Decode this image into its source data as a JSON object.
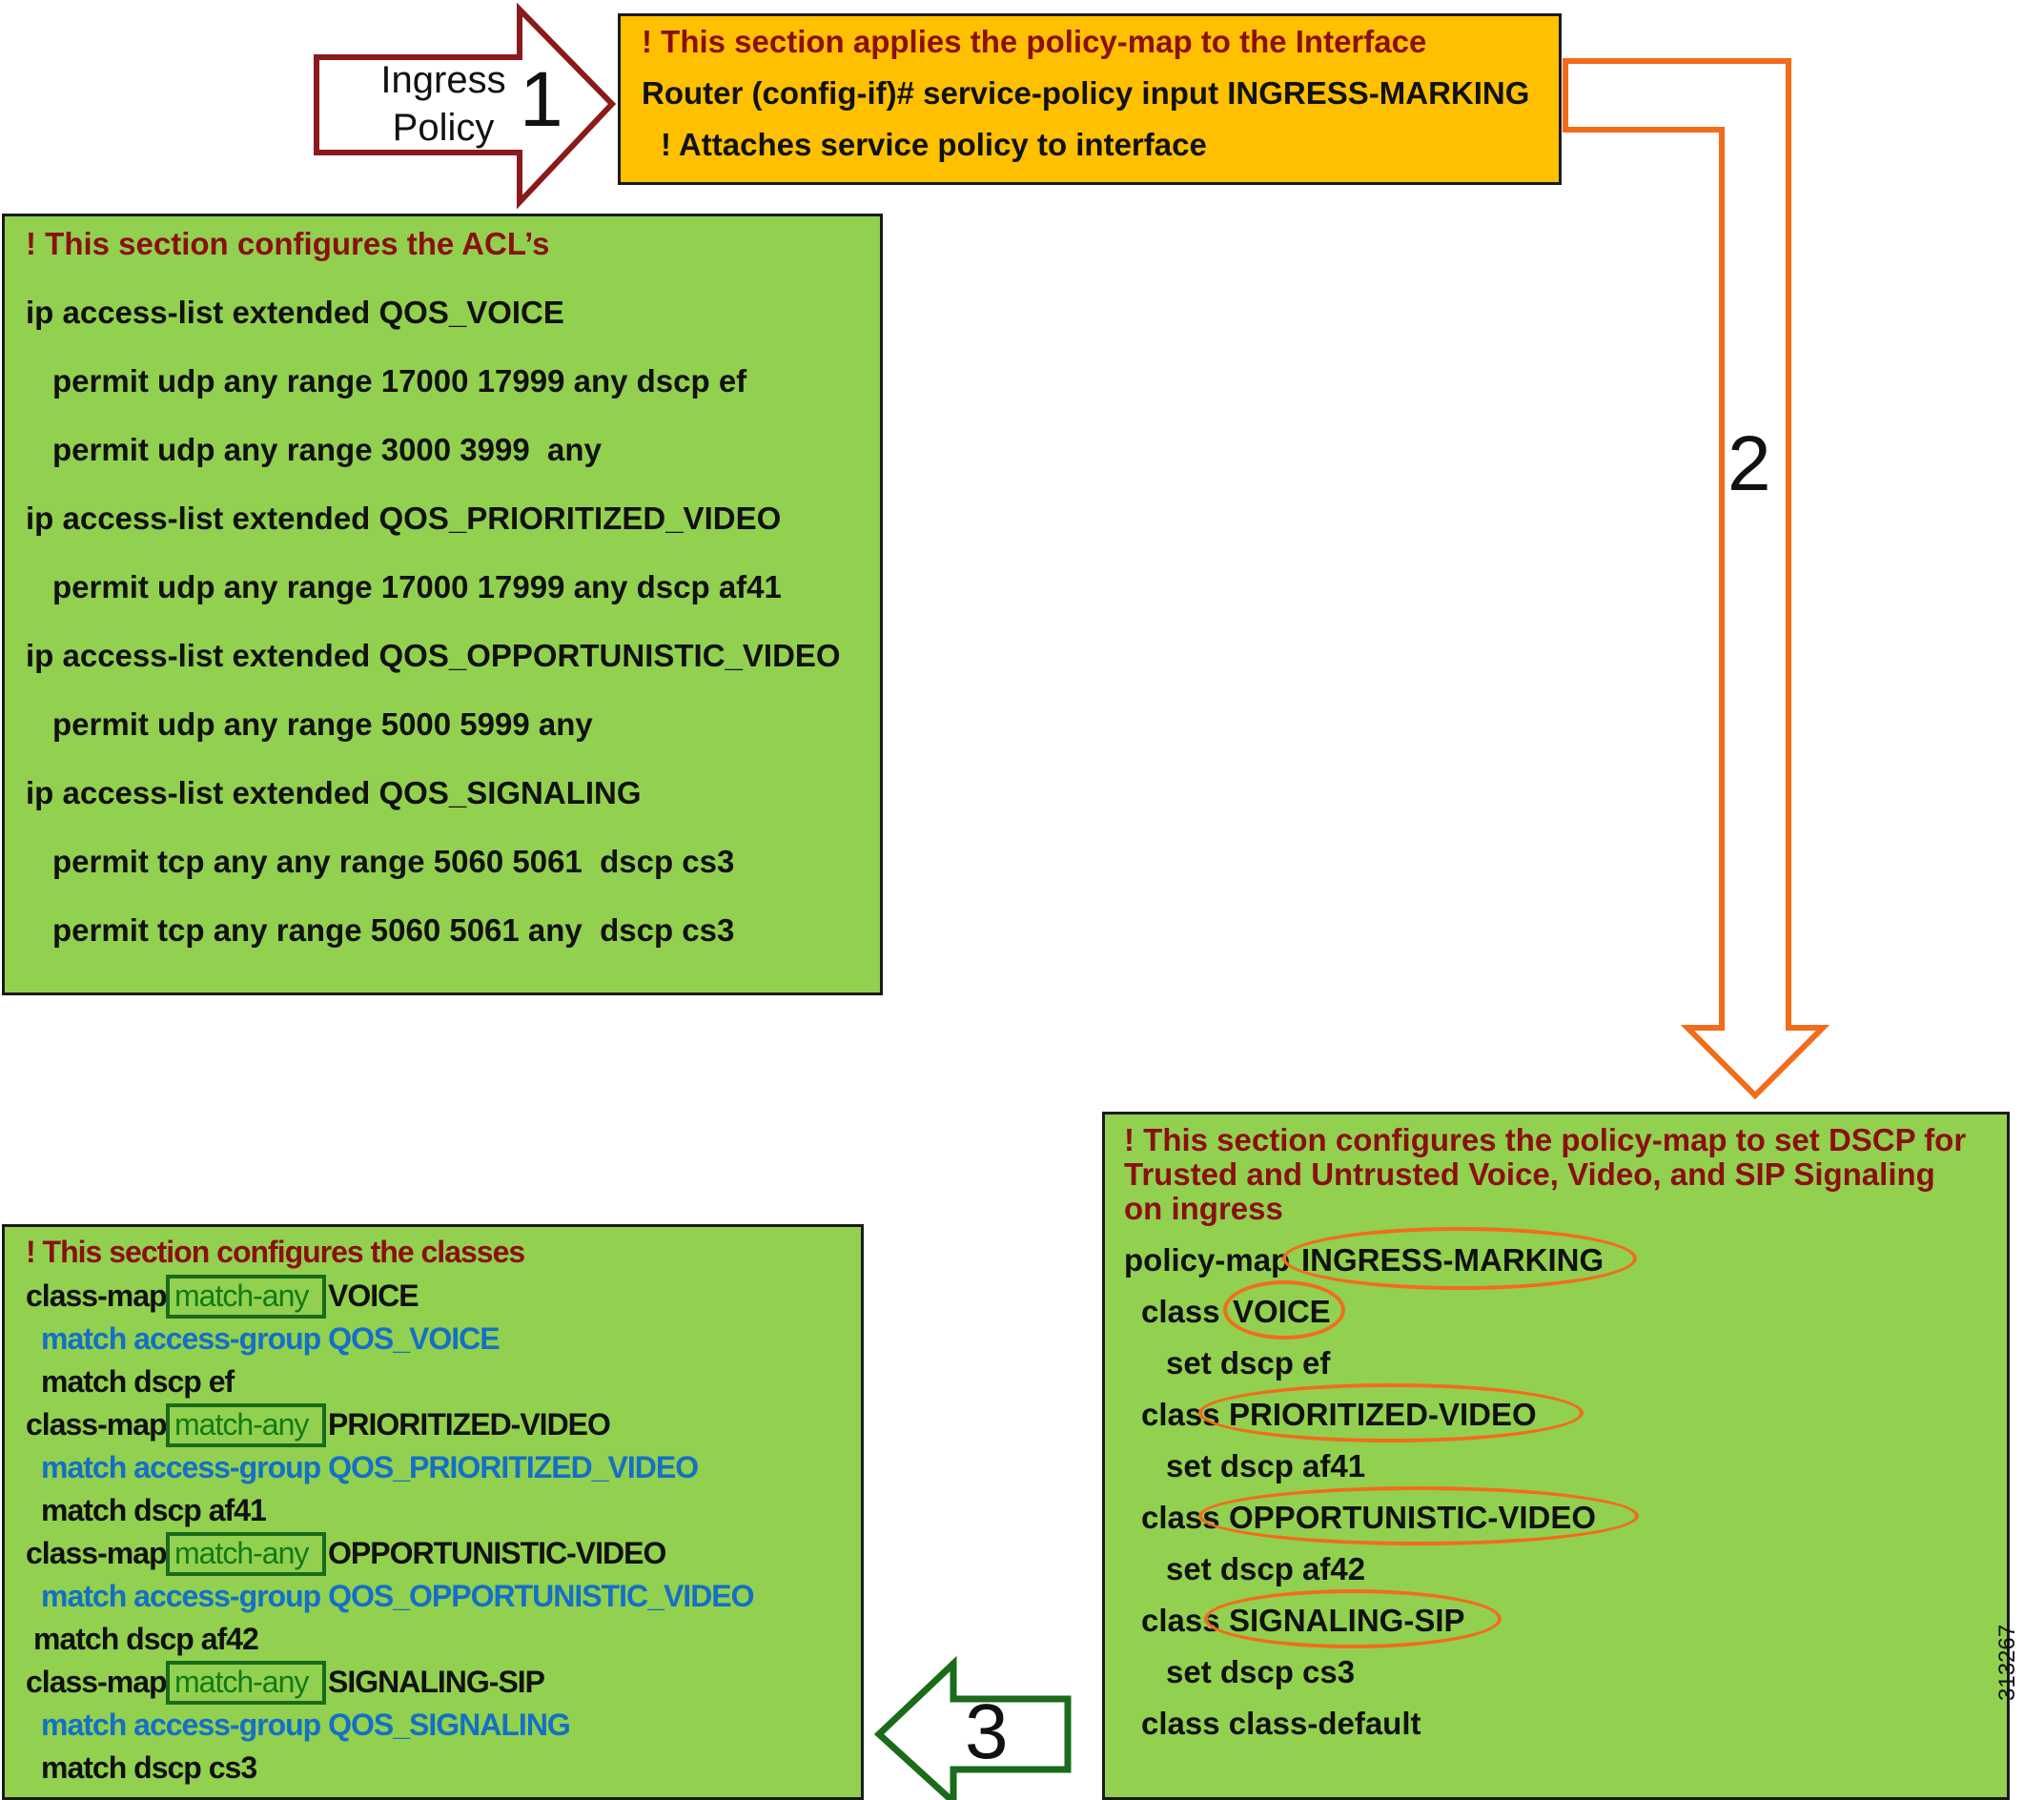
{
  "arrow1": {
    "label_line1": "Ingress",
    "label_line2": "Policy",
    "number": "1"
  },
  "arrow2": {
    "number": "2"
  },
  "arrow3": {
    "number": "3"
  },
  "interface_box": {
    "comment": "! This section applies the policy-map to the Interface",
    "command": "Router (config-if)# service-policy input INGRESS-MARKING",
    "note": "! Attaches service policy to interface",
    "color": "#ffc000"
  },
  "acl_box": {
    "comment": "! This section configures the ACL’s",
    "lines": [
      "ip access-list extended QOS_VOICE",
      "permit udp any range 17000 17999 any dscp ef",
      "permit udp any range 3000 3999  any",
      "ip access-list extended QOS_PRIORITIZED_VIDEO",
      "permit udp any range 17000 17999 any dscp af41",
      "ip access-list extended QOS_OPPORTUNISTIC_VIDEO",
      "permit udp any range 5000 5999 any",
      "ip access-list extended QOS_SIGNALING",
      "permit tcp any any range 5060 5061  dscp cs3",
      "permit tcp any range 5060 5061 any  dscp cs3"
    ],
    "color": "#92d050"
  },
  "classes_box": {
    "comment": "! This section configures the classes",
    "classes": [
      {
        "prefix": "class-map",
        "match": "match-any",
        "name": "VOICE",
        "access_group": "match access-group QOS_VOICE",
        "dscp": "match dscp ef"
      },
      {
        "prefix": "class-map",
        "match": "match-any",
        "name": "PRIORITIZED-VIDEO",
        "access_group": "match access-group QOS_PRIORITIZED_VIDEO",
        "dscp": "match dscp af41"
      },
      {
        "prefix": "class-map",
        "match": "match-any",
        "name": "OPPORTUNISTIC-VIDEO",
        "access_group": "match access-group QOS_OPPORTUNISTIC_VIDEO",
        "dscp": "match dscp af42"
      },
      {
        "prefix": "class-map",
        "match": "match-any",
        "name": "SIGNALING-SIP",
        "access_group": "match access-group QOS_SIGNALING",
        "dscp": "match dscp cs3"
      }
    ]
  },
  "policy_box": {
    "comment_line1": "! This section configures the policy-map to set DSCP for",
    "comment_line2": "Trusted and Untrusted Voice, Video, and SIP Signaling",
    "comment_line3": "on ingress",
    "policy_prefix": "policy-map",
    "policy_name": "INGRESS-MARKING",
    "classes": [
      {
        "prefix": "class",
        "name": "VOICE",
        "set": "set dscp ef"
      },
      {
        "prefix": "class",
        "name": "PRIORITIZED-VIDEO",
        "set": "set dscp af41"
      },
      {
        "prefix": "class",
        "name": "OPPORTUNISTIC-VIDEO",
        "set": "set dscp af42"
      },
      {
        "prefix": "class",
        "name": "SIGNALING-SIP",
        "set": "set dscp cs3"
      }
    ],
    "default_class": "class class-default"
  },
  "figure_id": "313267",
  "colors": {
    "arrow1": "#8b1a1a",
    "arrow2": "#f26c1c",
    "arrow3": "#1a6b1a",
    "comment": "#8a1010",
    "access_group": "#1470c4"
  }
}
